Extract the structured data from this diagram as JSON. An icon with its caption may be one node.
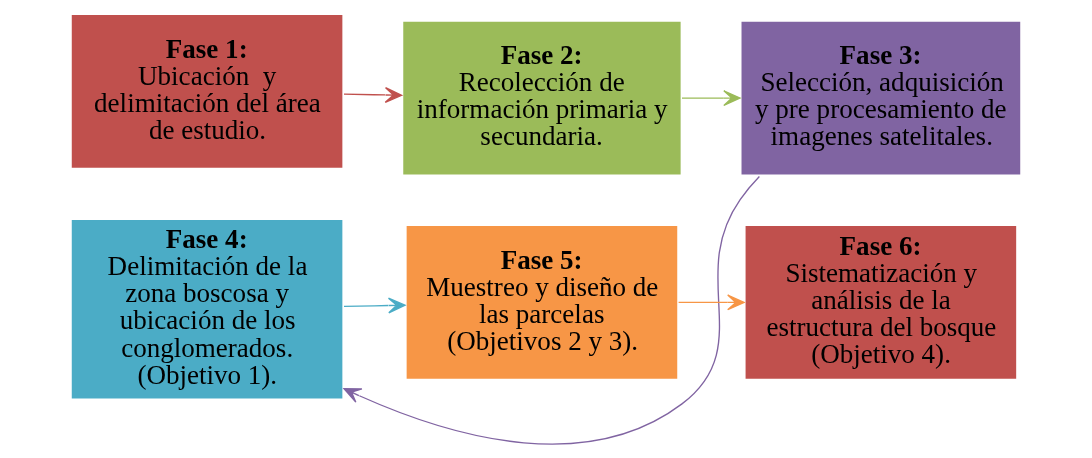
{
  "diagram": {
    "nodes": [
      {
        "text": [
          "Fase 1:",
          "Ubicación  y delimitación del área de estudio."
        ]
      },
      {
        "text": [
          "Fase 2:",
          "Recolección de información primaria y secundaria."
        ]
      },
      {
        "text": [
          "Fase 3:",
          "Selección, adquisición y pre procesamiento de imagenes satelitales."
        ]
      },
      {
        "text": [
          "Fase 4:",
          "Delimitación de la zona boscosa y ubicación de los conglomerados. (Objetivo 1)."
        ]
      },
      {
        "text": [
          "Fase 5:",
          "Muestreo y diseño de las parcelas (Objetivos 2 y 3)."
        ]
      },
      {
        "text": [
          "Fase 6:",
          "Sistematización y análisis de la estructura del bosque (Objetivo 4)."
        ]
      }
    ],
    "edges": [
      {
        "from": 0,
        "to": 1,
        "arrow": "to",
        "color": "#c0504d"
      },
      {
        "from": 1,
        "to": 2,
        "arrow": "to",
        "color": "#9bbb59"
      },
      {
        "from": 2,
        "to": 3,
        "arrow": "to",
        "color": "#8064a2"
      },
      {
        "from": 3,
        "to": 4,
        "arrow": "to",
        "color": "#4bacc6"
      },
      {
        "from": 4,
        "to": 5,
        "arrow": "to",
        "color": "#f79646"
      }
    ]
  }
}
